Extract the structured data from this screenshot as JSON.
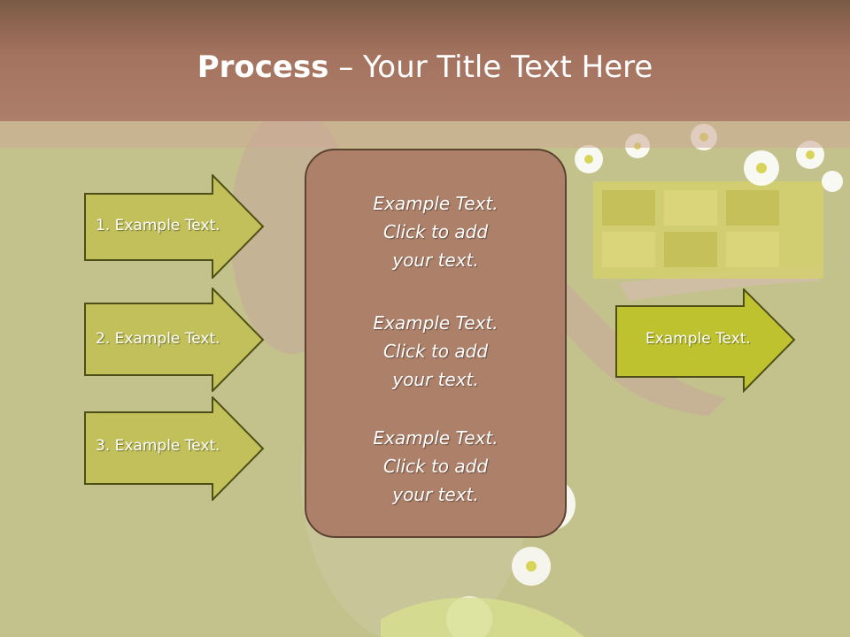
{
  "slide": {
    "title_bold": "Process",
    "title_rest": " – Your Title Text Here"
  },
  "left_arrows": [
    {
      "label": "1. Example Text."
    },
    {
      "label": "2. Example Text."
    },
    {
      "label": "3. Example Text."
    }
  ],
  "center_box": {
    "paragraphs": [
      {
        "line1": "Example Text.",
        "line2": "Click  to add",
        "line3": "your text."
      },
      {
        "line1": "Example Text.",
        "line2": "Click  to add",
        "line3": "your text."
      },
      {
        "line1": "Example Text.",
        "line2": "Click  to add",
        "line3": "your text."
      }
    ]
  },
  "right_arrow": {
    "label": "Example Text."
  },
  "colors": {
    "title_bar": "#a4735f",
    "arrow_fill": "#c2c05a",
    "arrow_stroke": "#4e4f16",
    "right_arrow_fill": "#bec22e",
    "center_box_fill": "#ad8069",
    "center_box_stroke": "#5c4331"
  }
}
